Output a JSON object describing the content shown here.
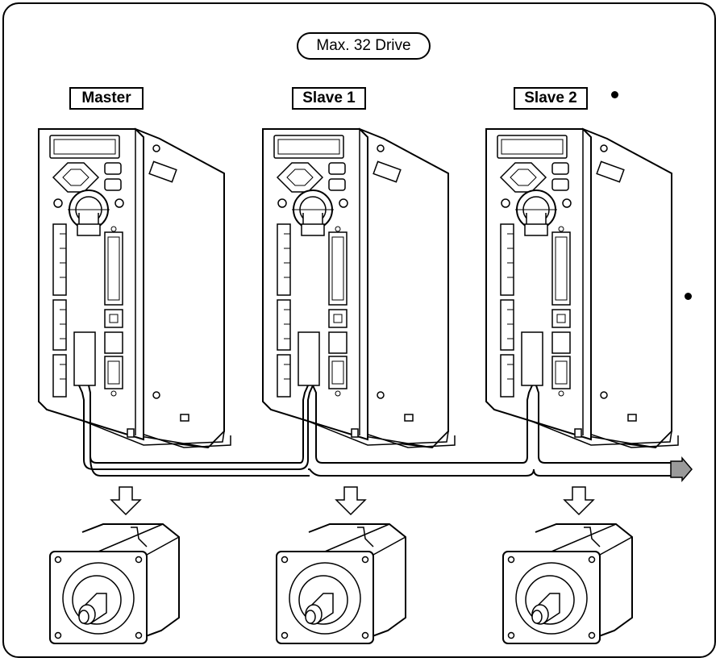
{
  "diagram": {
    "title": "Max. 32 Drive",
    "drives": [
      {
        "label": "Master"
      },
      {
        "label": "Slave 1"
      },
      {
        "label": "Slave 2"
      }
    ],
    "colors": {
      "line": "#000000",
      "background": "#ffffff",
      "arrow_fill": "#9a9a9a"
    },
    "icons": [
      "servo-drive-icon",
      "servo-motor-icon",
      "down-arrow-icon",
      "continuation-arrow-icon"
    ]
  }
}
